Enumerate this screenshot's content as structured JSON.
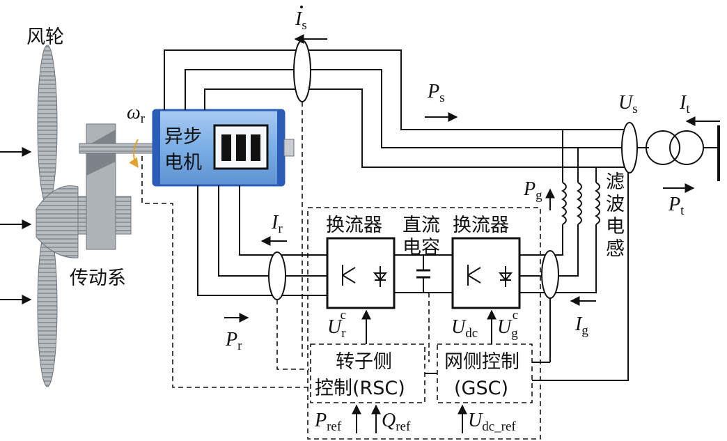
{
  "labels": {
    "wind_rotor": "风轮",
    "drivetrain": "传动系",
    "generator_line1": "异步",
    "generator_line2": "电机",
    "rotor_converter": "换流器",
    "dc_cap_line1": "直流",
    "dc_cap_line2": "电容",
    "grid_converter": "换流器",
    "filter_l1": "滤",
    "filter_l2": "波",
    "filter_l3": "电",
    "filter_l4": "感",
    "rsc_line1": "转子侧",
    "rsc_line2": "控制(RSC)",
    "gsc_line1": "网侧控制",
    "gsc_line2": "(GSC)"
  },
  "symbols": {
    "omega": "ω",
    "omega_sub": "r",
    "Is": "I",
    "Is_sub": "s",
    "Ir": "I",
    "Ir_sub": "r",
    "Ig": "I",
    "Ig_sub": "g",
    "It": "I",
    "It_sub": "t",
    "Us": "U",
    "Us_sub": "s",
    "Ps": "P",
    "Ps_sub": "s",
    "Pr": "P",
    "Pr_sub": "r",
    "Pg": "P",
    "Pg_sub": "g",
    "Pt": "P",
    "Pt_sub": "t",
    "Urc": "U",
    "Urc_sub": "r",
    "Urc_sup": "c",
    "Ugc": "U",
    "Ugc_sub": "g",
    "Ugc_sup": "c",
    "Udc": "U",
    "Udc_sub": "dc",
    "Pref": "P",
    "Pref_sub": "ref",
    "Qref": "Q",
    "Qref_sub": "ref",
    "Udcref": "U",
    "Udcref_sub": "dc_ref"
  },
  "colors": {
    "generator_fill": "#7aaee6",
    "generator_edge": "#2b5cb8",
    "blade": "#a9afb5",
    "gearbox": "#b6bbc0",
    "line": "#111111",
    "omega_arrow": "#e0a22a"
  }
}
